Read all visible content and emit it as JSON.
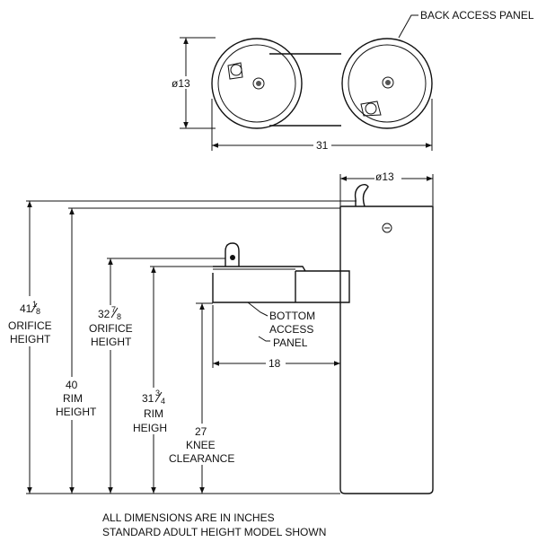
{
  "top_view": {
    "callout": "BACK ACCESS PANEL",
    "diameter": "ø13",
    "width": "31"
  },
  "side_view": {
    "top_diameter": "ø13",
    "orifice_high": {
      "whole": "41",
      "num": "1",
      "den": "8",
      "l1": "ORIFICE",
      "l2": "HEIGHT"
    },
    "rim_high": {
      "value": "40",
      "l1": "RIM",
      "l2": "HEIGHT"
    },
    "orifice_low": {
      "whole": "32",
      "num": "7",
      "den": "8",
      "l1": "ORIFICE",
      "l2": "HEIGHT"
    },
    "rim_low": {
      "whole": "31",
      "num": "3",
      "den": "4",
      "l1": "RIM",
      "l2": "HEIGHT"
    },
    "knee": {
      "value": "27",
      "l1": "KNEE",
      "l2": "CLEARANCE"
    },
    "bottom_panel": {
      "l1": "BOTTOM",
      "l2": "ACCESS",
      "l3": "PANEL"
    },
    "depth": "18"
  },
  "notes": {
    "line1": "ALL DIMENSIONS ARE IN INCHES",
    "line2": "STANDARD ADULT HEIGHT MODEL SHOWN"
  }
}
